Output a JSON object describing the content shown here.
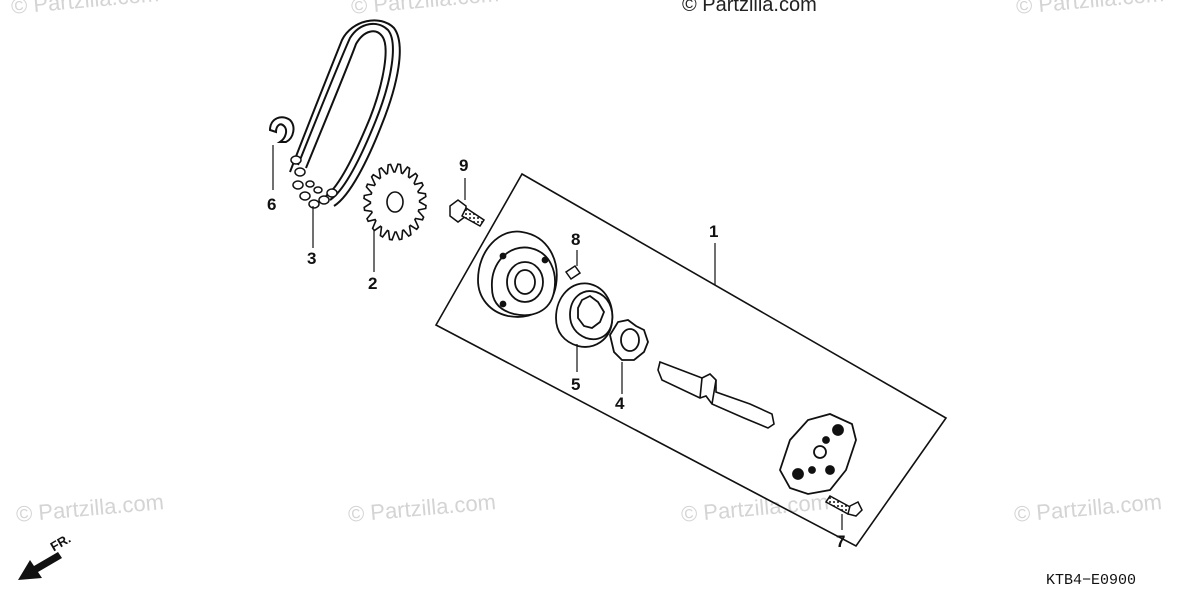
{
  "watermarks": [
    "© Partzilla.com",
    "© Partzilla.com",
    "© Partzilla.com",
    "© Partzilla.com",
    "© Partzilla.com",
    "© Partzilla.com",
    "© Partzilla.com",
    "© Partzilla.com"
  ],
  "callouts": {
    "c1": "1",
    "c2": "2",
    "c3": "3",
    "c4": "4",
    "c5": "5",
    "c6": "6",
    "c7": "7",
    "c8": "8",
    "c9": "9"
  },
  "direction_label": "FR.",
  "diagram_code": "KTB4−E0900",
  "colors": {
    "line": "#111111",
    "watermark": "#d4d4d4",
    "background": "#ffffff"
  }
}
